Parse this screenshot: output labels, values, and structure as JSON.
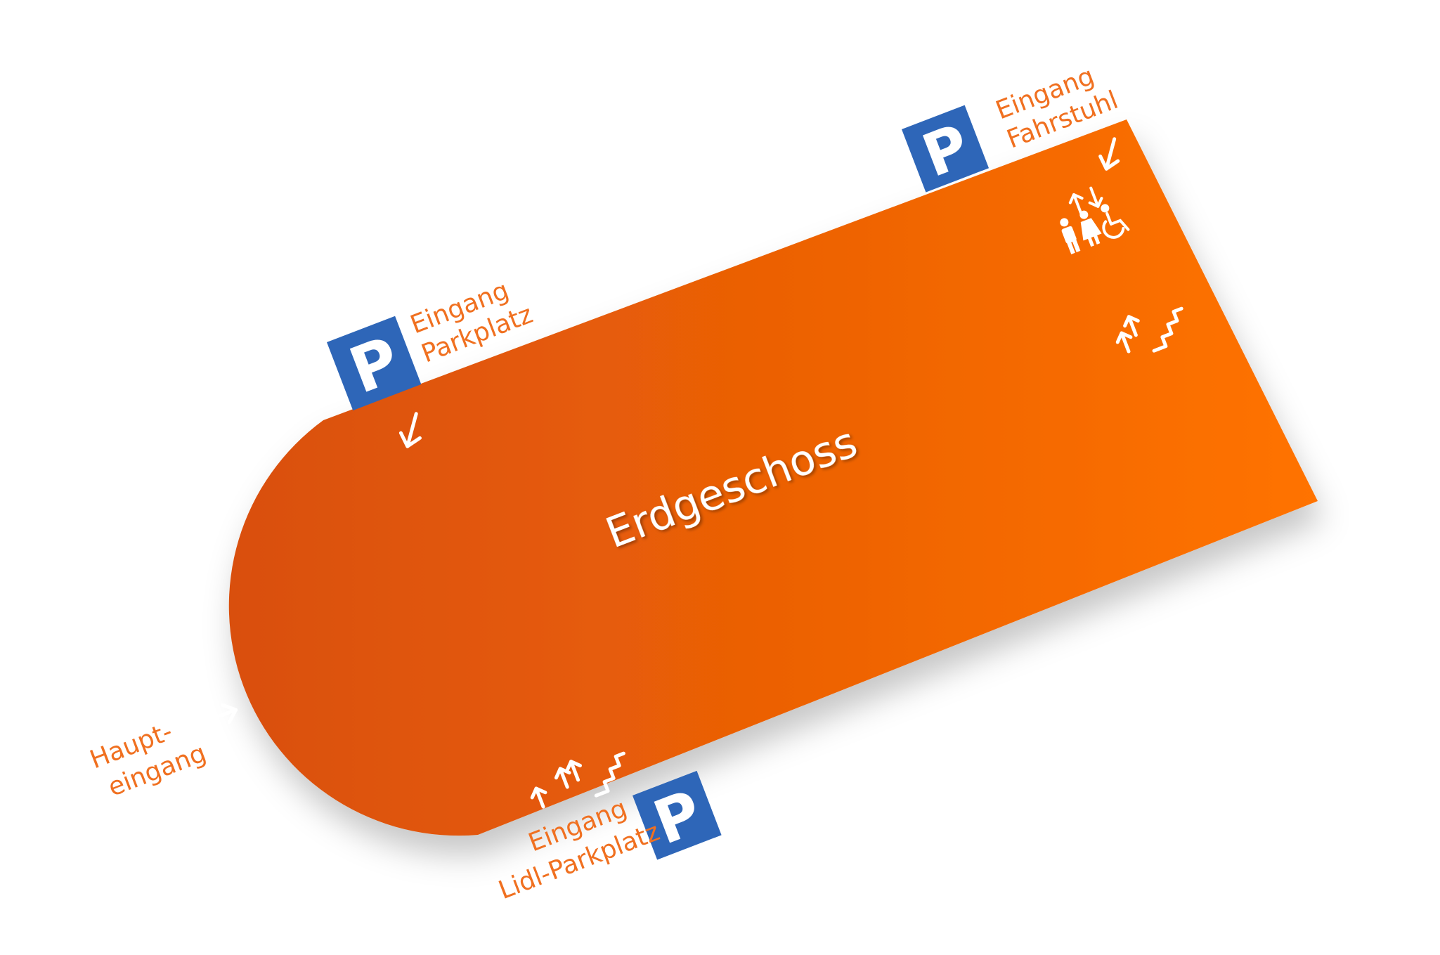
{
  "floor": {
    "title": "Erdgeschoss",
    "fill_from": "#d94f0b",
    "fill_to": "#ff7300"
  },
  "parking_sign": {
    "letter": "P",
    "color": "#2e66b8"
  },
  "label_color": "#f07020",
  "entrances": {
    "parkplatz": {
      "line1": "Eingang",
      "line2": "Parkplatz"
    },
    "fahrstuhl": {
      "line1": "Eingang",
      "line2": "Fahrstuhl"
    },
    "lidl": {
      "line1": "Eingang",
      "line2": "Lidl-Parkplatz"
    },
    "haupt": {
      "line1": "Haupt-",
      "line2": "eingang"
    }
  },
  "icons": [
    "parking-sign-icon",
    "arrow-in-icon",
    "stairs-icon",
    "elevator-icon",
    "toilet-icon",
    "wheelchair-icon"
  ]
}
